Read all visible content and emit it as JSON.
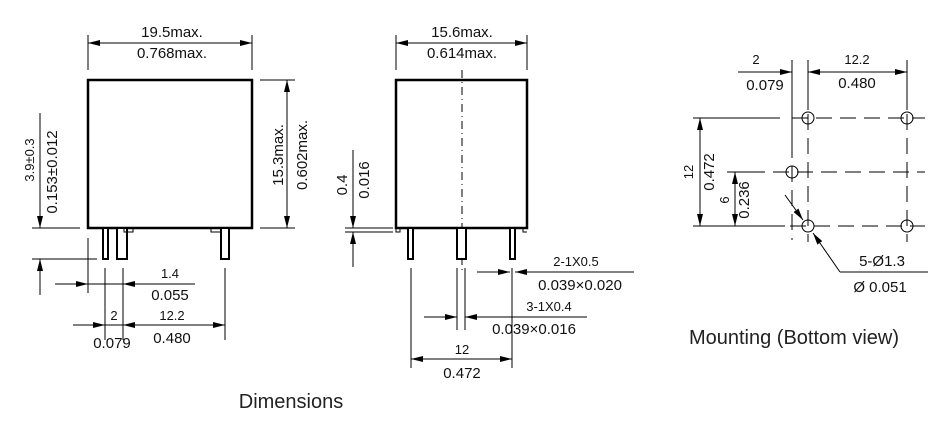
{
  "side_view": {
    "width_mm": "19.5max.",
    "width_in": "0.768max.",
    "height_mm": "15.3max.",
    "height_in": "0.602max.",
    "pin_len_mm": "3.9±0.3",
    "pin_len_in": "0.153±0.012",
    "offset_mm": "1.4",
    "offset_in": "0.055",
    "pitch_a_mm": "2",
    "pitch_a_in": "0.079",
    "pitch_b_mm": "12.2",
    "pitch_b_in": "0.480"
  },
  "front_view": {
    "width_mm": "15.6max.",
    "width_in": "0.614max.",
    "standoff_mm": "0.4",
    "standoff_in": "0.016",
    "pin_a_mm": "2-1X0.5",
    "pin_a_in": "0.039×0.020",
    "pin_b_mm": "3-1X0.4",
    "pin_b_in": "0.039×0.016",
    "pitch_mm": "12",
    "pitch_in": "0.472"
  },
  "dimensions_caption": "Dimensions",
  "mounting": {
    "offset_mm": "2",
    "offset_in": "0.079",
    "pitch_x_mm": "12.2",
    "pitch_x_in": "0.480",
    "pitch_y_mm": "12",
    "pitch_y_in": "0.472",
    "half_mm": "6",
    "half_in": "0.236",
    "hole_mm": "5-Ø1.3",
    "hole_in": "Ø 0.051",
    "caption": "Mounting (Bottom view)"
  }
}
